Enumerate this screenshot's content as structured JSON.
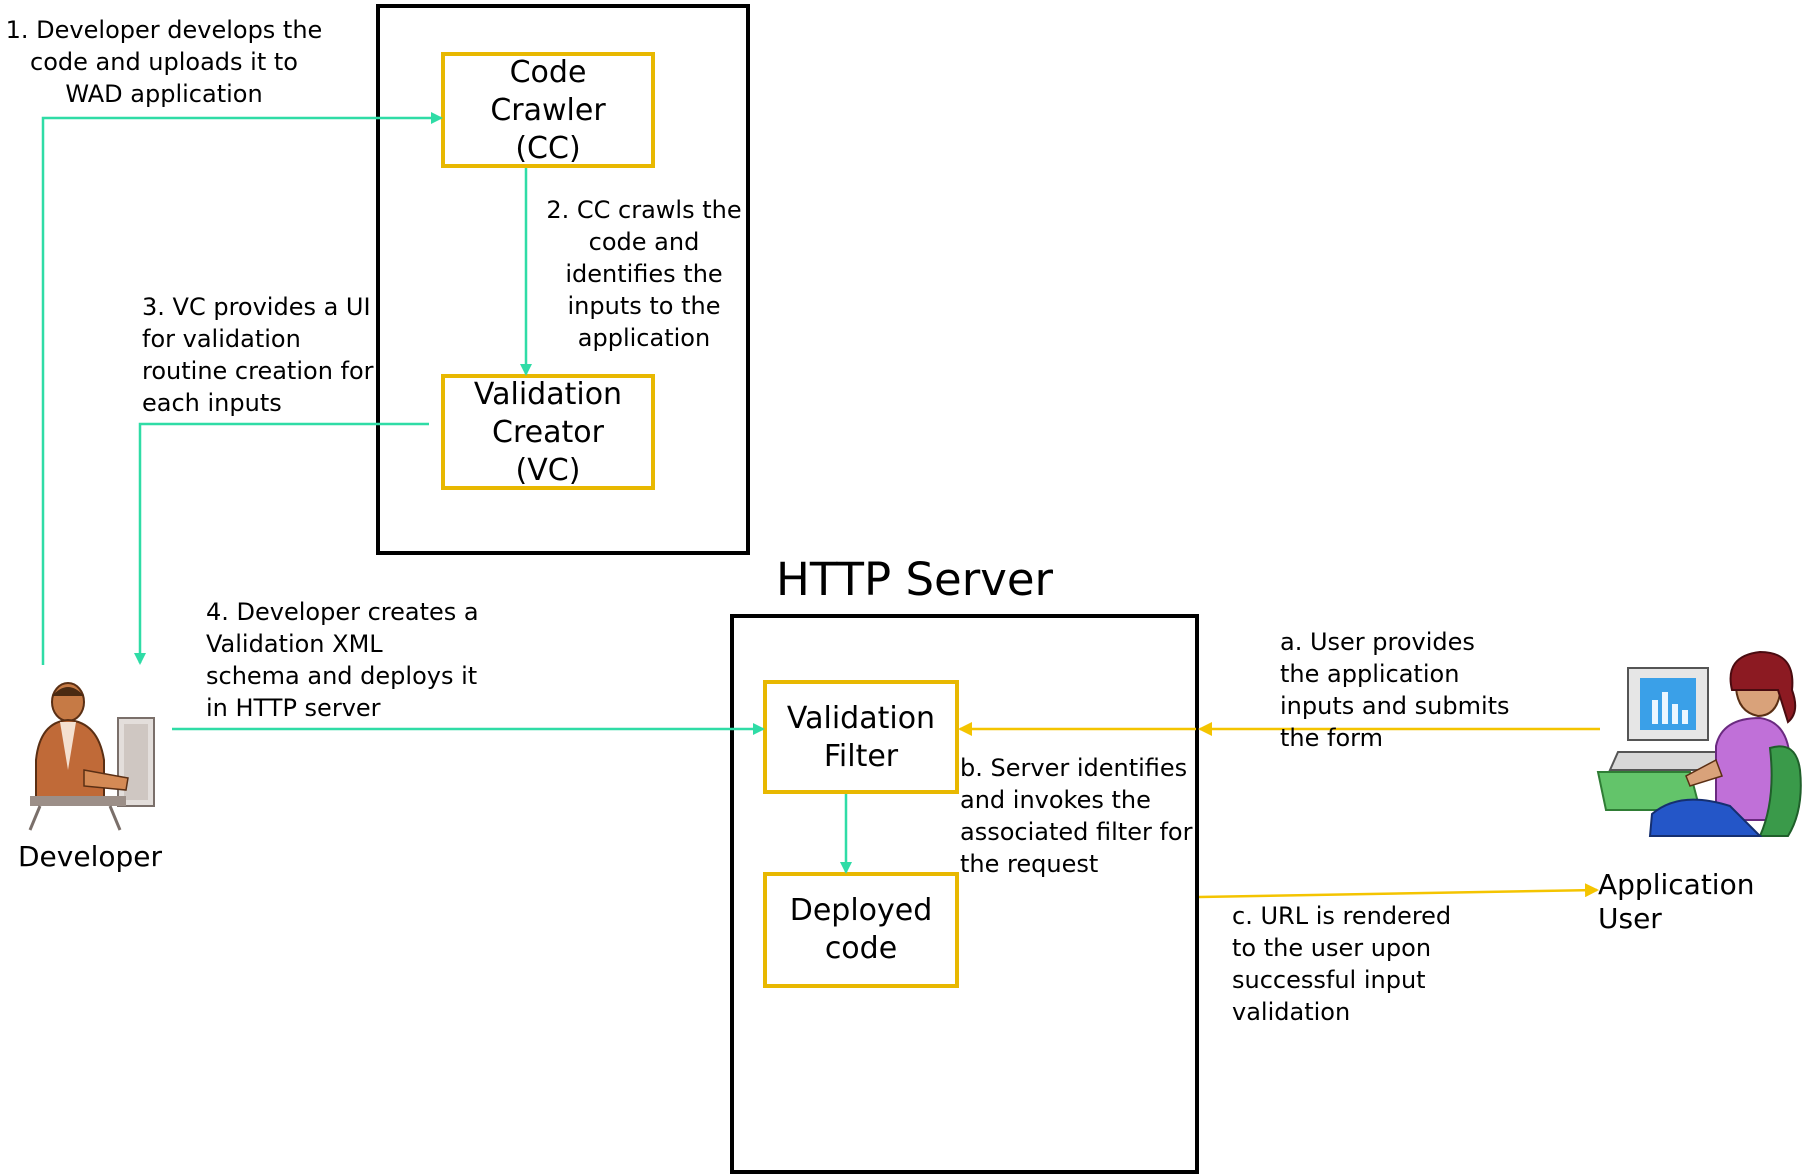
{
  "http_server": {
    "title": "HTTP Server"
  },
  "components": {
    "code_crawler": "Code\nCrawler\n(CC)",
    "validation_creator": "Validation\nCreator\n(VC)",
    "validation_filter": "Validation\nFilter",
    "deployed_code": "Deployed\ncode"
  },
  "steps": {
    "step1": "1. Developer develops the\ncode and uploads it to\nWAD application",
    "step2": "2. CC  crawls the\ncode and\nidentifies the\ninputs to the\napplication",
    "step3": "3. VC provides a UI\nfor validation\nroutine creation for\neach inputs",
    "step4": "4. Developer creates a\nValidation XML\nschema and deploys it\nin  HTTP server",
    "step_a": "a. User provides\nthe application\ninputs and submits\nthe form",
    "step_b": " b. Server identifies\nand invokes the\nassociated filter for\nthe request",
    "step_c": "c. URL is rendered\nto the user upon\nsuccessful input\nvalidation"
  },
  "actors": {
    "developer": "Developer",
    "application_user": "Application User"
  },
  "colors": {
    "teal_arrow": "#2fdca6",
    "yellow_arrow": "#f4c400",
    "box_border": "#e8b800"
  },
  "icons": {
    "developer": "developer-clipart-icon",
    "application_user": "application-user-clipart-icon"
  }
}
